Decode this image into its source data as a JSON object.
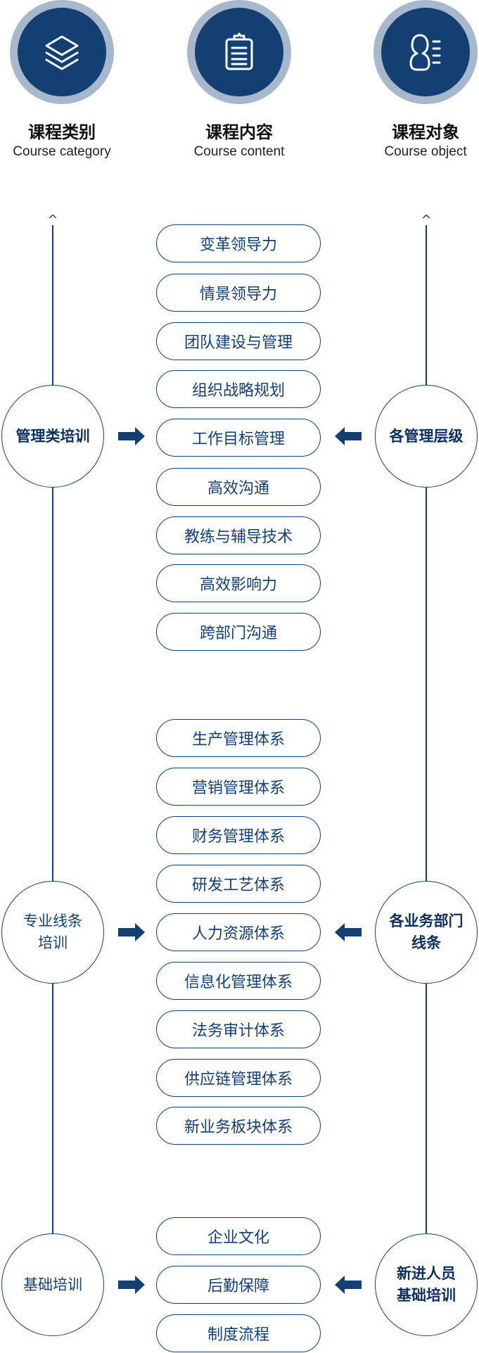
{
  "header": {
    "columns": [
      {
        "title": "课程类别",
        "subtitle": "Course category",
        "icon": "layers-icon"
      },
      {
        "title": "课程内容",
        "subtitle": "Course content",
        "icon": "clipboard-icon"
      },
      {
        "title": "课程对象",
        "subtitle": "Course object",
        "icon": "user-list-icon"
      }
    ]
  },
  "groups": [
    {
      "category": "管理类培训",
      "audience": "各管理层级",
      "courses": [
        "变革领导力",
        "情景领导力",
        "团队建设与管理",
        "组织战略规划",
        "工作目标管理",
        "高效沟通",
        "教练与辅导技术",
        "高效影响力",
        "跨部门沟通"
      ]
    },
    {
      "category_lines": [
        "专业线条",
        "培训"
      ],
      "audience_lines": [
        "各业务部门",
        "线条"
      ],
      "courses": [
        "生产管理体系",
        "营销管理体系",
        "财务管理体系",
        "研发工艺体系",
        "人力资源体系",
        "信息化管理体系",
        "法务审计体系",
        "供应链管理体系",
        "新业务板块体系"
      ]
    },
    {
      "category": "基础培训",
      "audience_lines": [
        "新进人员",
        "基础培训"
      ],
      "courses": [
        "企业文化",
        "后勤保障",
        "制度流程"
      ]
    }
  ],
  "colors": {
    "navy": "#143f73",
    "ring": "#a7b8cc"
  }
}
